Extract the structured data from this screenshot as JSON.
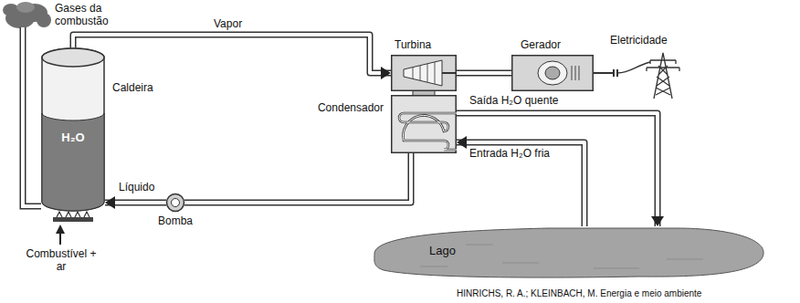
{
  "diagram": {
    "nodes": [
      {
        "text": [
          "Caldeira",
          "H₂O"
        ]
      },
      {
        "text": [
          "Turbina"
        ]
      },
      {
        "text": [
          "Gerador"
        ]
      },
      {
        "text": [
          "Condensador"
        ]
      },
      {
        "text": [
          "Bomba"
        ]
      },
      {
        "text": [
          "Lago"
        ]
      }
    ],
    "edges": [
      {
        "from": 0,
        "to": 1,
        "label": "Vapor",
        "arrow": "to"
      },
      {
        "from": 1,
        "to": 2,
        "arrow": "none"
      },
      {
        "from": 3,
        "to": 4,
        "arrow": "none"
      },
      {
        "from": 4,
        "to": 0,
        "label": "Líquido",
        "arrow": "to"
      },
      {
        "from": 5,
        "to": 3,
        "label": "Entrada H₂O fria",
        "arrow": "to"
      },
      {
        "from": 3,
        "to": 5,
        "label": "Saída H₂O quente",
        "arrow": "to"
      }
    ],
    "labels": [
      "Gases da combustão",
      "Combustível + ar",
      "Eletricidade",
      "HINRICHS, R. A.; KLEINBACH, M. Energia e meio ambiente"
    ]
  }
}
